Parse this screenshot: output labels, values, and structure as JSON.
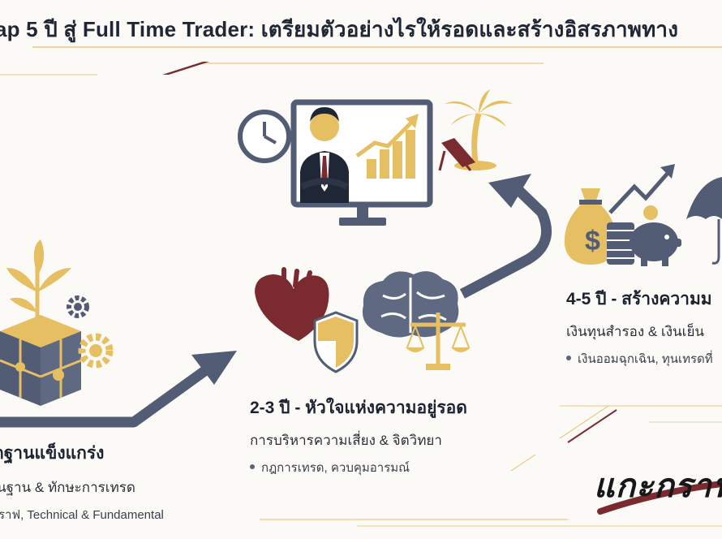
{
  "header": {
    "title": "ap 5 ปี สู่ Full Time Trader: เตรียมตัวอย่างไรให้รอดและสร้างอิสรภาพทาง"
  },
  "stages": [
    {
      "title": "กฐานแข็งแกร่ง",
      "subtitle": "นฐาน & ทักษะการเทรด",
      "bullet": "ราฟ, Technical & Fundamental"
    },
    {
      "title": "2-3 ปี - หัวใจแห่งความอยู่รอด",
      "subtitle": "การบริหารความเสี่ยง & จิตวิทยา",
      "bullet": "กฎการเทรด, ควบคุมอารมณ์"
    },
    {
      "title": "4-5 ปี - สร้างความม",
      "subtitle": "เงินทุนสำรอง & เงินเย็น",
      "bullet": "เงินออมฉุกเฉิน, ทุนเทรดที่"
    }
  ],
  "logo": {
    "text": "แกะกราฟ"
  },
  "colors": {
    "navy": "#525c74",
    "gold": "#e7bf63",
    "maroon": "#7b2a30",
    "cream": "#fbfaf7"
  },
  "icons": [
    "clock-icon",
    "trader-monitor-icon",
    "palm-tree-icon",
    "beach-chair-icon",
    "plant-cube-icon",
    "gear-icon",
    "heart-icon",
    "shield-icon",
    "brain-icon",
    "scale-icon",
    "money-bag-icon",
    "coin-stack-icon",
    "piggy-bank-icon",
    "growth-arrow-icon",
    "umbrella-icon"
  ]
}
